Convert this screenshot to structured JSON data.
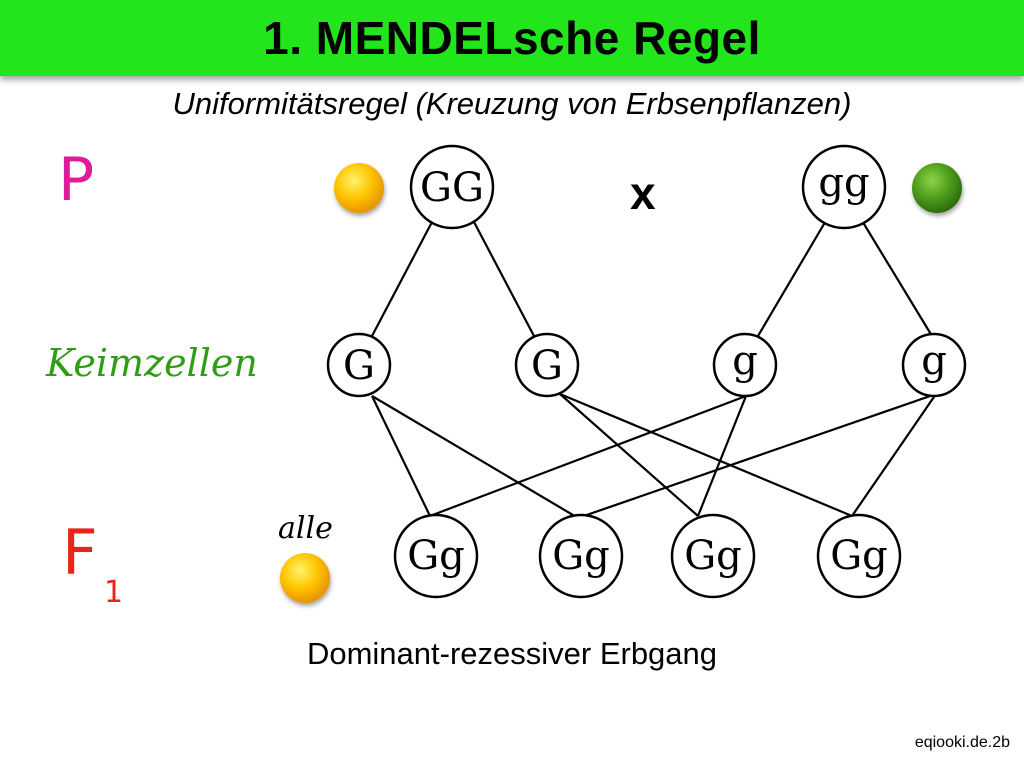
{
  "header": {
    "title": "1. MENDELsche Regel",
    "subtitle": "Uniformitätsregel (Kreuzung von Erbsenpflanzen)"
  },
  "rows": {
    "p_label": "P",
    "keimzellen_label": "Keimzellen",
    "f_label": "F",
    "f_subscript": "1"
  },
  "cross_symbol": "x",
  "f1_note": "alle",
  "nodes": {
    "parents": [
      "GG",
      "gg"
    ],
    "gametes": [
      "G",
      "G",
      "g",
      "g"
    ],
    "offspring": [
      "Gg",
      "Gg",
      "Gg",
      "Gg"
    ]
  },
  "peas": {
    "yellow": {
      "icon": "yellow-pea-icon",
      "color": "#f6b800"
    },
    "green": {
      "icon": "green-pea-icon",
      "color": "#3e8e15"
    }
  },
  "colors": {
    "title_bar": "#22e61b",
    "p_label": "#e01a9a",
    "keimzellen_label": "#2f9e16",
    "f_label": "#e8241c"
  },
  "caption": "Dominant-rezessiver Erbgang",
  "credit": "eqiooki.de.2b"
}
